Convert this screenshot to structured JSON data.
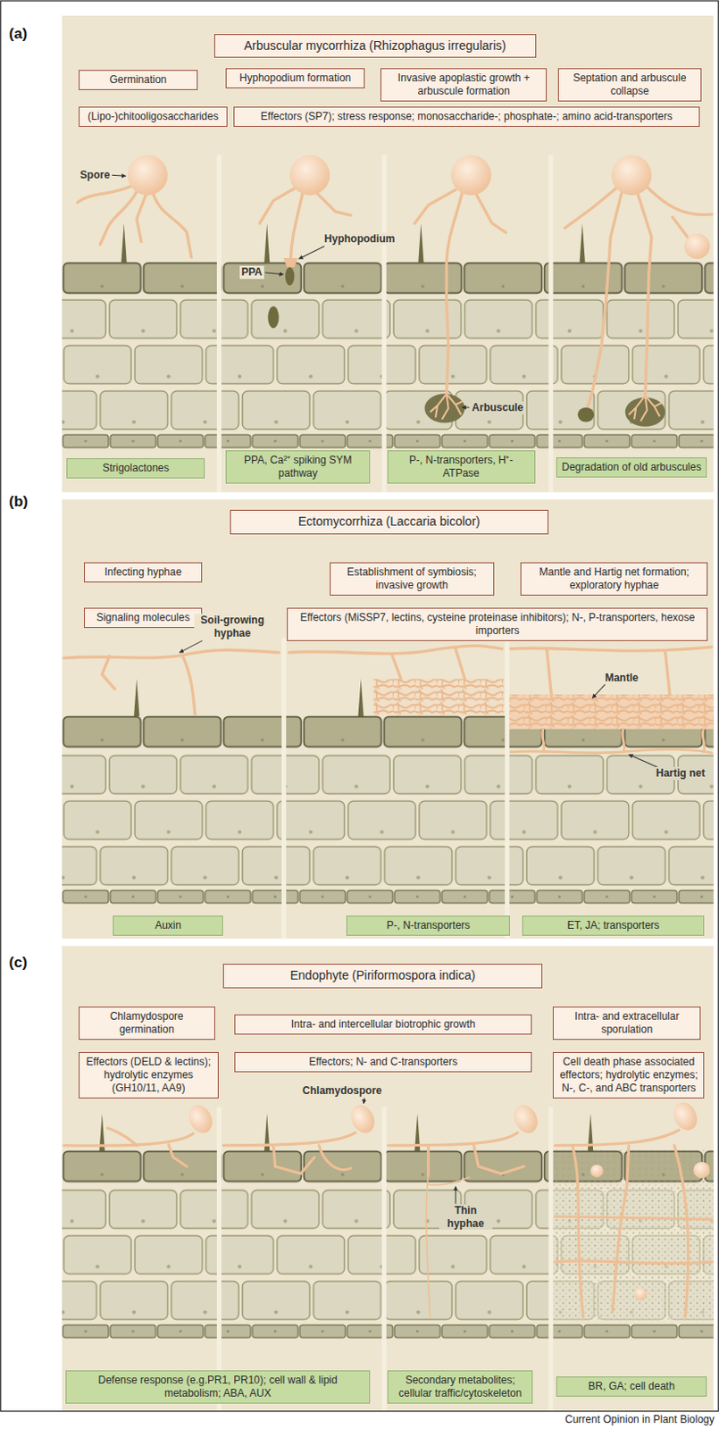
{
  "diagram": {
    "caption": "Current Opinion in Plant Biology",
    "nodes": [
      {
        "text": [
          "Arbuscular mycorrhiza (Rhizophagus irregularis)"
        ]
      },
      {
        "text": [
          "Germination"
        ]
      },
      {
        "text": [
          "Hyphopodium formation"
        ]
      },
      {
        "text": [
          "Invasive apoplastic growth + arbuscule formation"
        ]
      },
      {
        "text": [
          "Septation and arbuscule collapse"
        ]
      },
      {
        "text": [
          "(Lipo-)chitooligosaccharides"
        ]
      },
      {
        "text": [
          "Effectors (SP7); stress response; monosaccharide-; phosphate-; amino acid-transporters"
        ]
      },
      {
        "text": [
          "Strigolactones"
        ]
      },
      {
        "text": [
          "PPA, Ca²⁺ spiking SYM pathway"
        ]
      },
      {
        "text": [
          "P-, N-transporters, H⁺-ATPase"
        ]
      },
      {
        "text": [
          "Degradation of old arbuscules"
        ]
      },
      {
        "text": [
          "Ectomycorrhiza (Laccaria bicolor)"
        ]
      },
      {
        "text": [
          "Infecting hyphae"
        ]
      },
      {
        "text": [
          "Establishment of symbiosis; invasive growth"
        ]
      },
      {
        "text": [
          "Mantle and Hartig net formation; exploratory hyphae"
        ]
      },
      {
        "text": [
          "Signaling molecules"
        ]
      },
      {
        "text": [
          "Effectors (MiSSP7, lectins, cysteine proteinase inhibitors); N-, P-transporters, hexose importers"
        ]
      },
      {
        "text": [
          "Auxin"
        ]
      },
      {
        "text": [
          "P-, N-transporters"
        ]
      },
      {
        "text": [
          "ET, JA; transporters"
        ]
      },
      {
        "text": [
          "Endophyte (Piriformospora indica)"
        ]
      },
      {
        "text": [
          "Chlamydospore germination"
        ]
      },
      {
        "text": [
          "Intra- and intercellular biotrophic growth"
        ]
      },
      {
        "text": [
          "Intra- and extracellular sporulation"
        ]
      },
      {
        "text": [
          "Effectors (DELD & lectins); hydrolytic enzymes (GH10/11, AA9)"
        ]
      },
      {
        "text": [
          "Effectors; N- and C-transporters"
        ]
      },
      {
        "text": [
          "Cell death phase associated effectors; hydrolytic enzymes; N-, C-, and ABC transporters"
        ]
      },
      {
        "text": [
          "Defense response (e.g.PR1, PR10); cell wall & lipid metabolism; ABA, AUX"
        ]
      },
      {
        "text": [
          "Secondary metabolites; cellular traffic/cytoskeleton"
        ]
      },
      {
        "text": [
          "BR, GA; cell death"
        ]
      }
    ],
    "labels": [
      "(a)",
      "Spore",
      "Hyphopodium",
      "PPA",
      "Arbuscule",
      "(b)",
      "Soil-growing hyphae",
      "Mantle",
      "Hartig net",
      "(c)",
      "Chlamydospore",
      "Thin hyphae"
    ]
  }
}
